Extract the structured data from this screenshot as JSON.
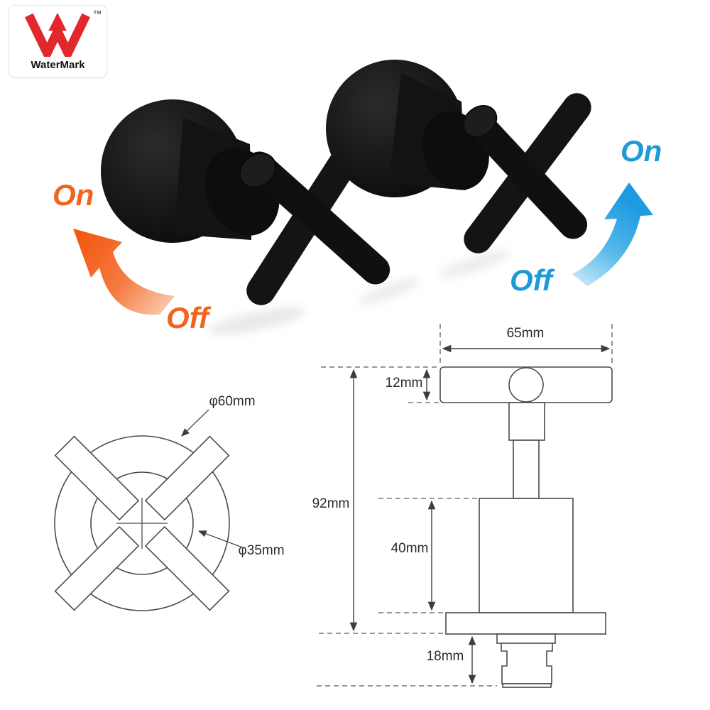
{
  "certification": {
    "label": "WaterMark",
    "tm": "TM",
    "logo_color": "#e2282e"
  },
  "annotations": {
    "hot": {
      "on": "On",
      "off": "Off",
      "color": "#f2641e",
      "direction": "counter-clockwise"
    },
    "cold": {
      "on": "On",
      "off": "Off",
      "color": "#1f9ad8",
      "direction": "clockwise"
    }
  },
  "dimensions": {
    "side_view": {
      "handle_width": "65mm",
      "handle_thickness": "12mm",
      "overall_height": "92mm",
      "body_height": "40mm",
      "spindle_height": "18mm"
    },
    "front_view": {
      "outer_diameter": "φ60mm",
      "inner_diameter": "φ35mm"
    }
  },
  "colors": {
    "hot_accent": "#f2641e",
    "cold_accent": "#1f9ad8",
    "watermark_red": "#e2282e",
    "product_black": "#141414",
    "diagram_line": "#4a4a4a"
  }
}
